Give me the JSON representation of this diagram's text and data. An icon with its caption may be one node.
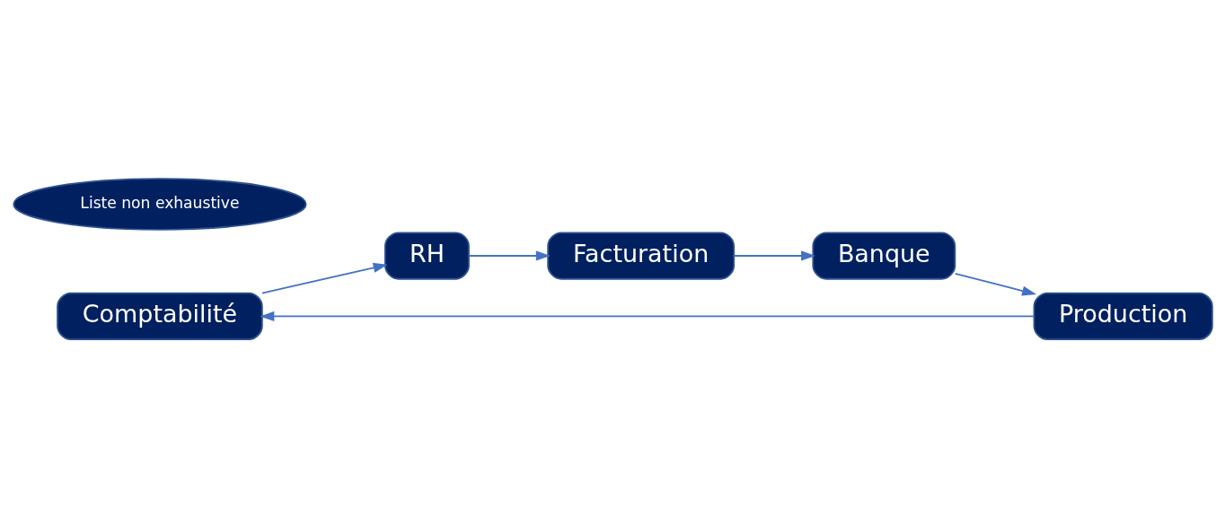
{
  "diagram": {
    "nodes": [
      {
        "text": [
          "Comptabilité"
        ]
      },
      {
        "text": [
          "RH"
        ]
      },
      {
        "text": [
          "Facturation"
        ]
      },
      {
        "text": [
          "Banque"
        ]
      },
      {
        "text": [
          "Production"
        ]
      },
      {
        "text": [
          "Liste non exhaustive"
        ]
      }
    ],
    "edges": [
      {
        "from": 0,
        "to": 1,
        "arrow": "to"
      },
      {
        "from": 1,
        "to": 2,
        "arrow": "to"
      },
      {
        "from": 2,
        "to": 3,
        "arrow": "to"
      },
      {
        "from": 3,
        "to": 4,
        "arrow": "to"
      },
      {
        "from": 4,
        "to": 0,
        "arrow": "to"
      }
    ]
  }
}
